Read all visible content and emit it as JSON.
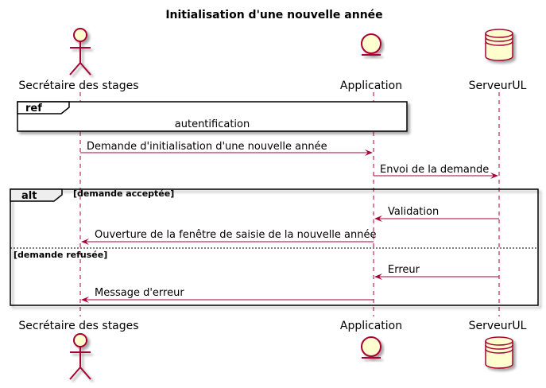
{
  "diagram": {
    "title": "Initialisation d'une nouvelle année",
    "participants": [
      {
        "id": "secretaire",
        "label": "Secrétaire des stages",
        "kind": "actor"
      },
      {
        "id": "application",
        "label": "Application",
        "kind": "entity"
      },
      {
        "id": "serveur",
        "label": "ServeurUL",
        "kind": "database"
      }
    ],
    "ref": {
      "tag": "ref",
      "text": "autentification"
    },
    "messages": [
      {
        "from": "secretaire",
        "to": "application",
        "text": "Demande d'initialisation d'une nouvelle année"
      },
      {
        "from": "application",
        "to": "serveur",
        "text": "Envoi de la demande"
      }
    ],
    "alt": {
      "tag": "alt",
      "branches": [
        {
          "condition": "[demande acceptée]",
          "messages": [
            {
              "from": "serveur",
              "to": "application",
              "text": "Validation"
            },
            {
              "from": "application",
              "to": "secretaire",
              "text": "Ouverture de la fenêtre de saisie de la nouvelle année"
            }
          ]
        },
        {
          "condition": "[demande refusée]",
          "messages": [
            {
              "from": "serveur",
              "to": "application",
              "text": "Erreur"
            },
            {
              "from": "application",
              "to": "secretaire",
              "text": "Message d'erreur"
            }
          ]
        }
      ]
    }
  },
  "colors": {
    "line": "#a80036",
    "fill": "#fefece",
    "frame": "#000000"
  }
}
